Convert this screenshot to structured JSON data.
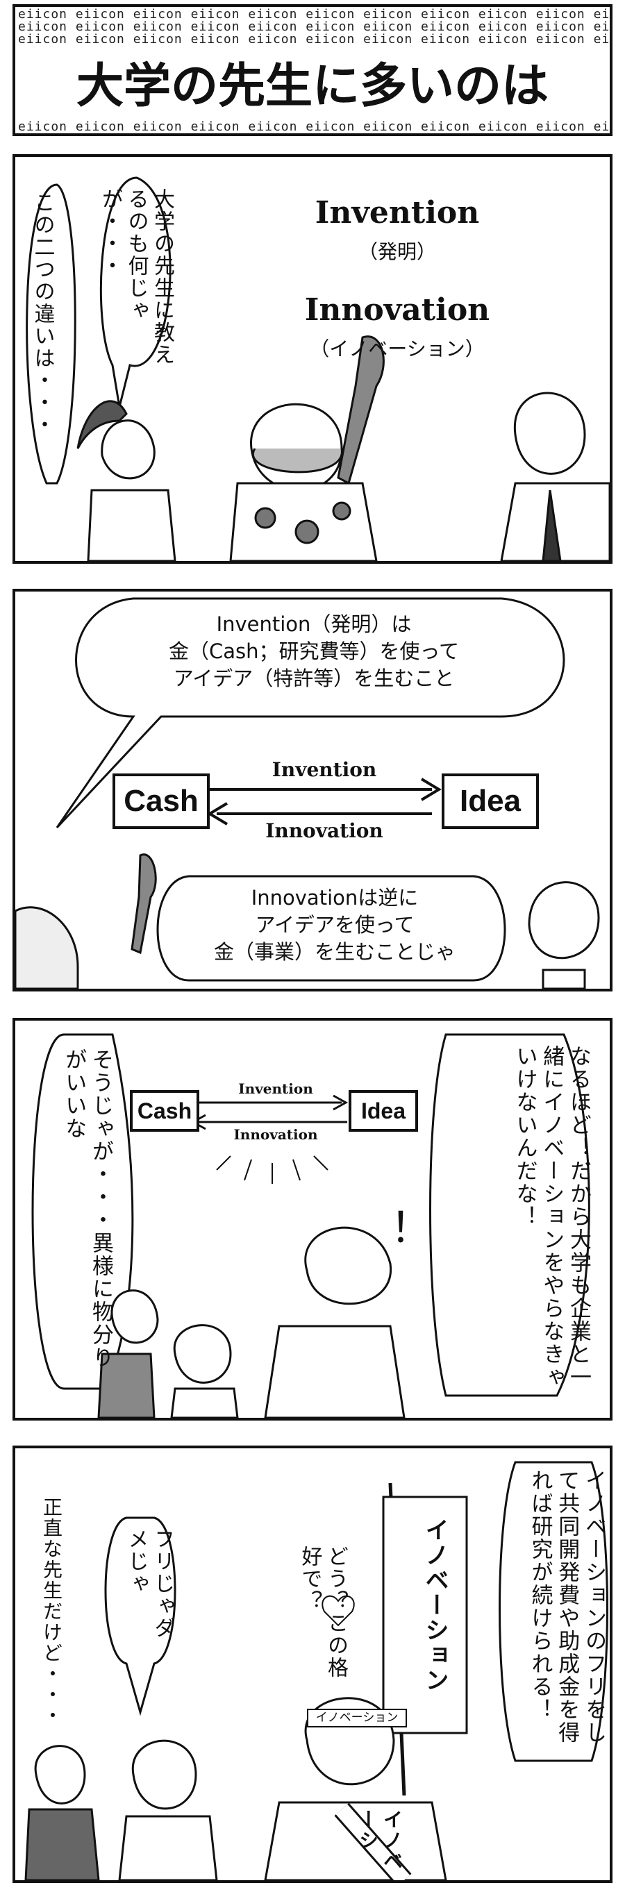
{
  "title": {
    "pattern_word": "eiicon",
    "text": "大学の先生に多いのは"
  },
  "panel1": {
    "term1": "Invention",
    "term1_sub": "（発明）",
    "term2": "Innovation",
    "term2_sub": "（イノベーション）",
    "bubble_professor": "大学の先生に教えるのも何じゃが・・・",
    "bubble_left": "この二つの違いは・・・"
  },
  "panel2": {
    "bubble_top_line1": "Invention（発明）は",
    "bubble_top_line2": "金（Cash；研究費等）を使って",
    "bubble_top_line3": "アイデア（特許等）を生むこと",
    "box_left": "Cash",
    "box_right": "Idea",
    "arrow_top_label": "Invention",
    "arrow_bottom_label": "Innovation",
    "bubble_bottom_line1": "Innovationは逆に",
    "bubble_bottom_line2": "アイデアを使って",
    "bubble_bottom_line3": "金（事業）を生むことじゃ"
  },
  "panel3": {
    "box_left": "Cash",
    "box_right": "Idea",
    "arrow_top_label": "Invention",
    "arrow_bottom_label": "Innovation",
    "bubble_left": "そうじゃが・・・異様に物分りがいいな",
    "bubble_right": "なるほど！だから大学も企業と一緒にイノベーションをやらなきゃいけないんだな！",
    "exclaim": "！"
  },
  "panel4": {
    "bubble_right": "イノベーションのフリをして共同開発費や助成金を得れば研究が続けられる！",
    "bubble_center": "どう？この格好で？",
    "bubble_mid": "フリじゃダメじゃ",
    "bubble_left": "正直な先生だけど・・・",
    "banner": "イノベーション",
    "headband": "イノベーション",
    "sash": "イノベーシ",
    "heart": "♡"
  }
}
